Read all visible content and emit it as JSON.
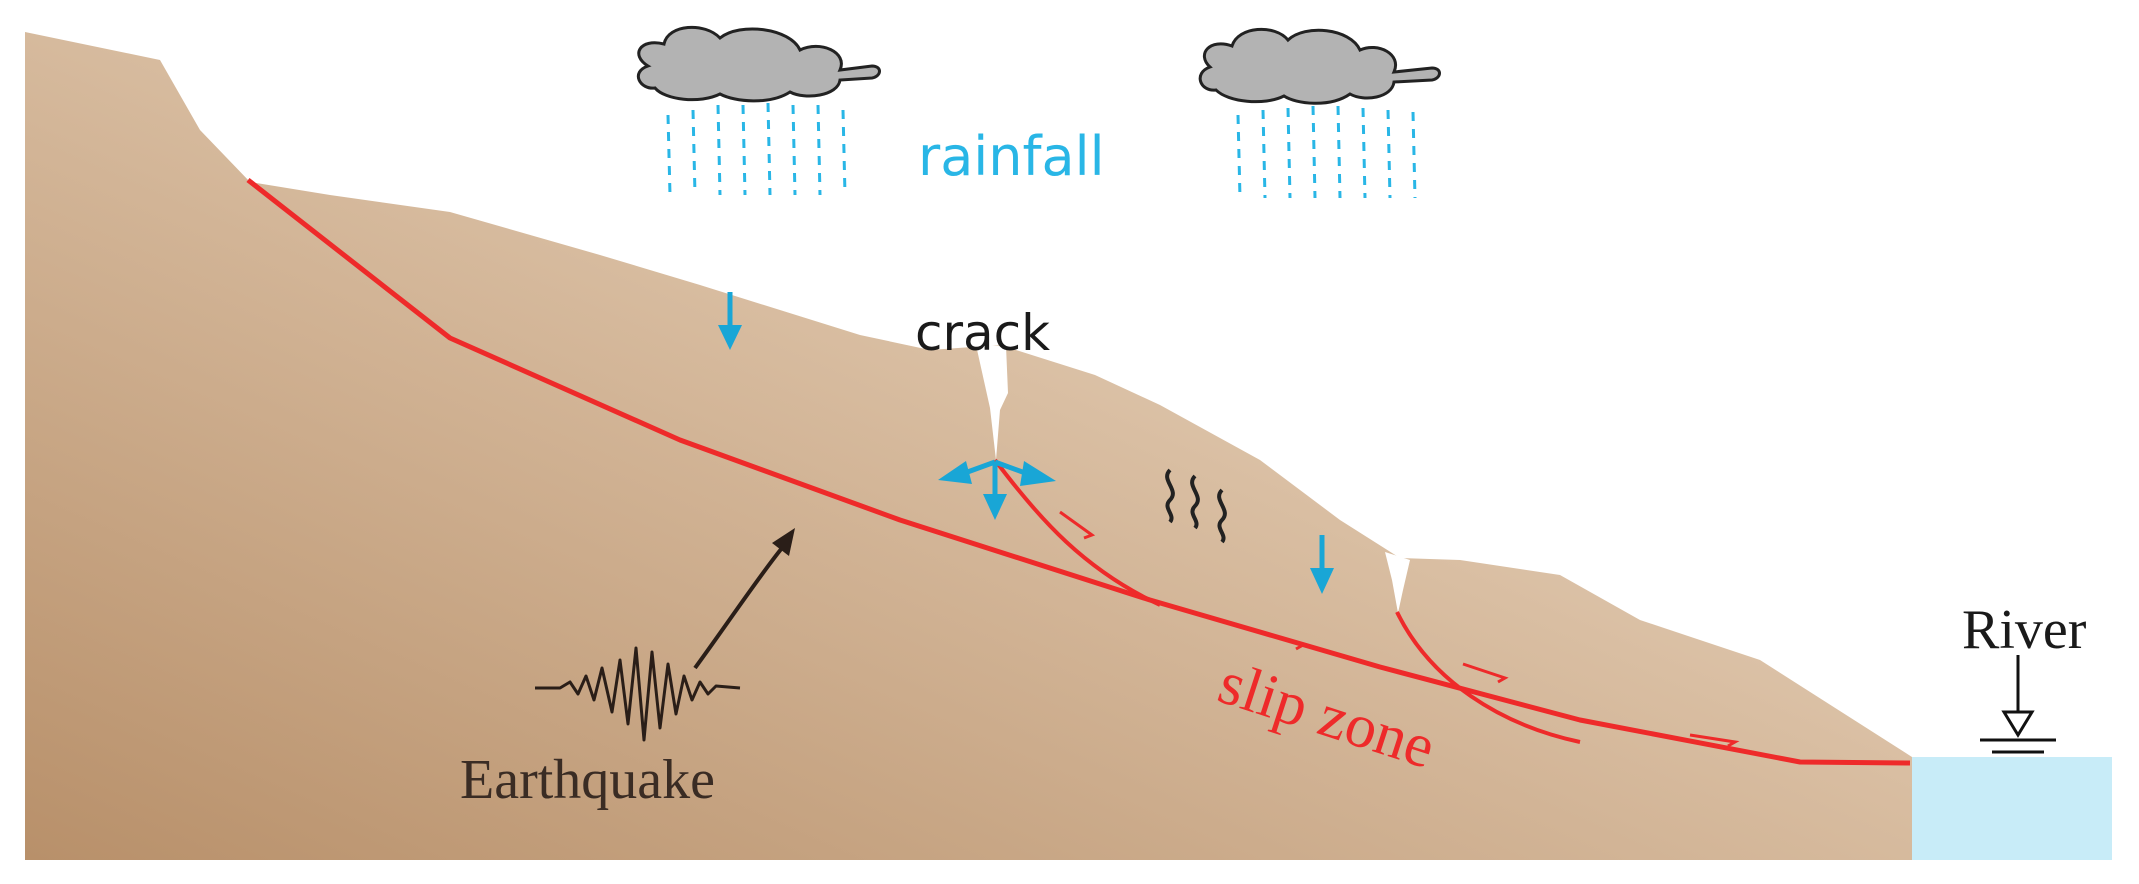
{
  "labels": {
    "rainfall": "rainfall",
    "crack": "crack",
    "slip_zone": "slip zone",
    "earthquake": "Earthquake",
    "river": "River"
  },
  "colors": {
    "soil_dark": "#b8906a",
    "soil_light": "#ecdccc",
    "slip_zone": "#ee2a2a",
    "water_arrow": "#19a6d6",
    "rain": "#29b6e6",
    "cloud_fill": "#b3b3b3",
    "cloud_stroke": "#222222",
    "river": "#c8ecf8",
    "ink": "#2a1e18"
  }
}
